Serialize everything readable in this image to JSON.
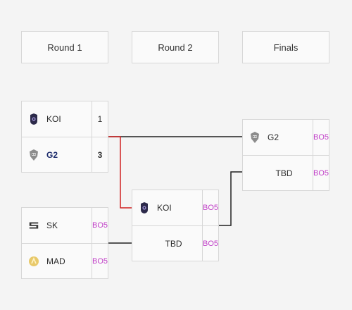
{
  "rounds": [
    {
      "label": "Round 1"
    },
    {
      "label": "Round 2"
    },
    {
      "label": "Finals"
    }
  ],
  "matches": {
    "round1_match1": {
      "team1": {
        "name": "KOI",
        "score": "1",
        "logo": "koi-logo-icon"
      },
      "team2": {
        "name": "G2",
        "score": "3",
        "logo": "g2-logo-icon"
      }
    },
    "round1_match2": {
      "team1": {
        "name": "SK",
        "score": "BO5",
        "logo": "sk-logo-icon"
      },
      "team2": {
        "name": "MAD",
        "score": "BO5",
        "logo": "mad-logo-icon"
      }
    },
    "round2_match1": {
      "team1": {
        "name": "KOI",
        "score": "BO5",
        "logo": "koi-logo-icon"
      },
      "team2": {
        "name": "TBD",
        "score": "BO5"
      }
    },
    "finals_match": {
      "team1": {
        "name": "G2",
        "score": "BO5",
        "logo": "g2-logo-icon"
      },
      "team2": {
        "name": "TBD",
        "score": "BO5"
      }
    }
  },
  "colors": {
    "bo_text": "#c03fc7",
    "winner_text": "#1b2a6b",
    "connector": "#1f1f1f",
    "highlight_connector": "#d02020",
    "background": "#f4f4f4",
    "border": "#d7d7d7"
  }
}
